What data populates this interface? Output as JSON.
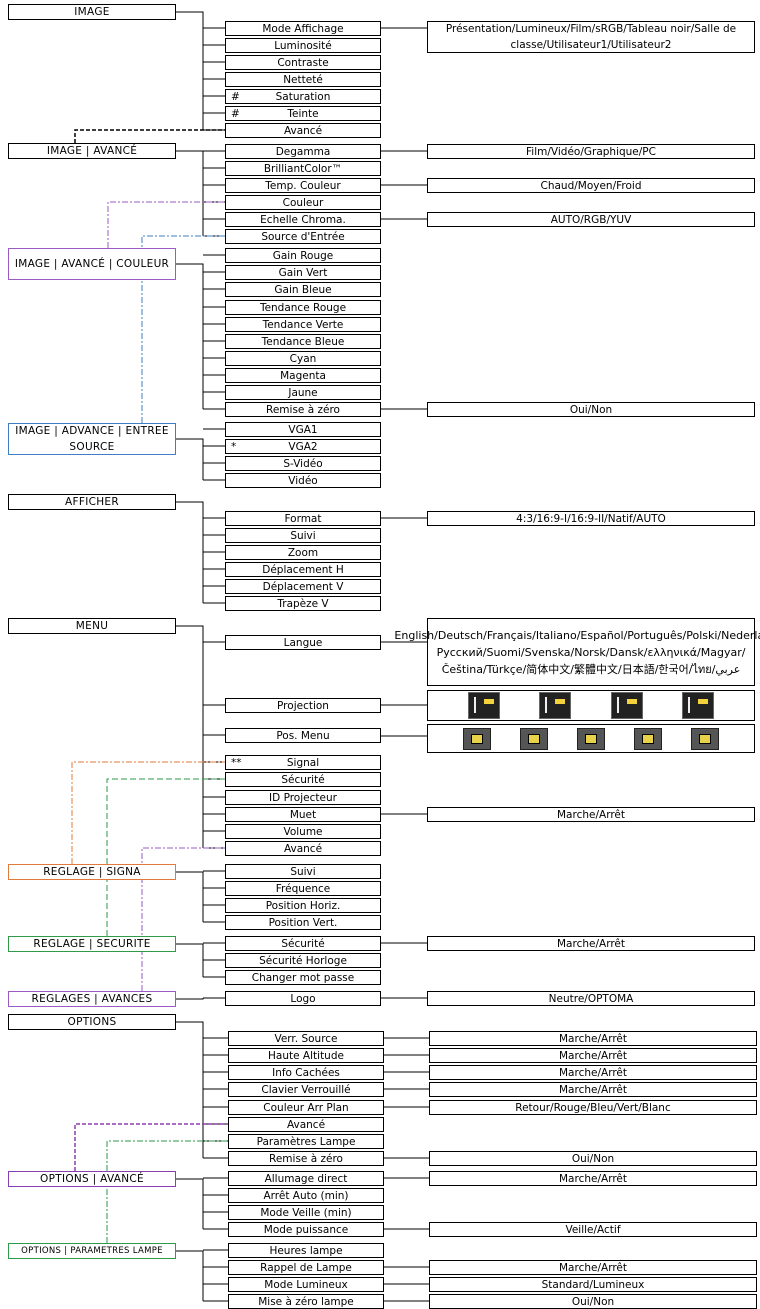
{
  "image": {
    "header": "IMAGE",
    "items": [
      {
        "label": "Mode Affichage"
      },
      {
        "label": "Luminosité"
      },
      {
        "label": "Contraste"
      },
      {
        "label": "Netteté"
      },
      {
        "label": "Saturation",
        "mark": "#"
      },
      {
        "label": "Teinte",
        "mark": "#"
      },
      {
        "label": "Avancé"
      }
    ],
    "options": {
      "mode_affichage": "Présentation/Lumineux/Film/sRGB/Tableau noir/Salle de classe/Utilisateur1/Utilisateur2"
    }
  },
  "image_avance": {
    "header": "IMAGE | AVANCÉ",
    "items": [
      {
        "label": "Degamma"
      },
      {
        "label": "BrilliantColor™"
      },
      {
        "label": "Temp. Couleur"
      },
      {
        "label": "Couleur"
      },
      {
        "label": "Echelle Chroma."
      },
      {
        "label": "Source d'Entrée"
      }
    ],
    "options": {
      "degamma": "Film/Vidéo/Graphique/PC",
      "temp": "Chaud/Moyen/Froid",
      "chroma": "AUTO/RGB/YUV"
    }
  },
  "image_couleur": {
    "header": "IMAGE | AVANCÉ | COULEUR",
    "items": [
      {
        "label": "Gain Rouge"
      },
      {
        "label": "Gain Vert"
      },
      {
        "label": "Gain Bleue"
      },
      {
        "label": "Tendance Rouge"
      },
      {
        "label": "Tendance Verte"
      },
      {
        "label": "Tendance Bleue"
      },
      {
        "label": "Cyan"
      },
      {
        "label": "Magenta"
      },
      {
        "label": "Jaune"
      },
      {
        "label": "Remise à zéro"
      }
    ],
    "options": {
      "remise": "Oui/Non"
    }
  },
  "image_source": {
    "header": "IMAGE | ADVANCE | ENTREE SOURCE",
    "items": [
      {
        "label": "VGA1"
      },
      {
        "label": "VGA2",
        "mark": "*"
      },
      {
        "label": "S-Vidéo"
      },
      {
        "label": "Vidéo"
      }
    ]
  },
  "afficher": {
    "header": "AFFICHER",
    "items": [
      {
        "label": "Format"
      },
      {
        "label": "Suivi"
      },
      {
        "label": "Zoom"
      },
      {
        "label": "Déplacement H"
      },
      {
        "label": "Déplacement V"
      },
      {
        "label": "Trapèze V"
      }
    ],
    "options": {
      "format": "4:3/16:9-I/16:9-II/Natif/AUTO"
    }
  },
  "menu": {
    "header": "MENU",
    "items": [
      {
        "label": "Langue"
      },
      {
        "label": "Projection"
      },
      {
        "label": "Pos. Menu"
      },
      {
        "label": "Signal",
        "mark": "**"
      },
      {
        "label": "Sécurité"
      },
      {
        "label": "ID Projecteur"
      },
      {
        "label": "Muet"
      },
      {
        "label": "Volume"
      },
      {
        "label": "Avancé"
      }
    ],
    "options": {
      "langue": "English/Deutsch/Français/Italiano/Español/Português/Polski/Nederlands/Русский/Suomi/Svenska/Norsk/Dansk/ελληνικά/Magyar/Čeština/Türkçe/简体中文/繁體中文/日本語/한국어/ไทย/عربي",
      "muet": "Marche/Arrêt"
    },
    "projection_icons": [
      "front-desktop-icon",
      "rear-desktop-icon",
      "front-ceiling-icon",
      "rear-ceiling-icon"
    ],
    "menu_position_icons": [
      "top-left-icon",
      "top-right-icon",
      "center-icon",
      "bottom-left-icon",
      "bottom-right-icon"
    ]
  },
  "reglage_signal": {
    "header": "REGLAGE | SIGNA",
    "items": [
      {
        "label": "Suivi"
      },
      {
        "label": "Fréquence"
      },
      {
        "label": "Position Horiz."
      },
      {
        "label": "Position Vert."
      }
    ]
  },
  "reglage_securite": {
    "header": "REGLAGE | SECURITE",
    "items": [
      {
        "label": "Sécurité"
      },
      {
        "label": "Sécurité Horloge"
      },
      {
        "label": "Changer mot passe"
      }
    ],
    "options": {
      "securite": "Marche/Arrêt"
    }
  },
  "reglages_avances": {
    "header": "REGLAGES | AVANCES",
    "items": [
      {
        "label": "Logo"
      }
    ],
    "options": {
      "logo": "Neutre/OPTOMA"
    }
  },
  "options": {
    "header": "OPTIONS",
    "items": [
      {
        "label": "Verr. Source"
      },
      {
        "label": "Haute Altitude"
      },
      {
        "label": "Info Cachées"
      },
      {
        "label": "Clavier Verrouillé"
      },
      {
        "label": "Couleur Arr Plan"
      },
      {
        "label": "Avancé"
      },
      {
        "label": "Paramètres Lampe"
      },
      {
        "label": "Remise à zéro"
      }
    ],
    "options": {
      "verr": "Marche/Arrêt",
      "alt": "Marche/Arrêt",
      "info": "Marche/Arrêt",
      "clavier": "Marche/Arrêt",
      "couleur": "Retour/Rouge/Bleu/Vert/Blanc",
      "remise": "Oui/Non"
    }
  },
  "options_avance": {
    "header": "OPTIONS  |  AVANCÉ",
    "items": [
      {
        "label": "Allumage direct"
      },
      {
        "label": "Arrêt Auto (min)"
      },
      {
        "label": "Mode Veille (min)"
      },
      {
        "label": "Mode puissance"
      }
    ],
    "options": {
      "allumage": "Marche/Arrêt",
      "puissance": "Veille/Actif"
    }
  },
  "options_lampe": {
    "header": "OPTIONS | PARAMETRES LAMPE",
    "items": [
      {
        "label": "Heures lampe"
      },
      {
        "label": "Rappel de Lampe"
      },
      {
        "label": "Mode Lumineux"
      },
      {
        "label": "Mise à zéro lampe"
      }
    ],
    "options": {
      "rappel": "Marche/Arrêt",
      "mode": "Standard/Lumineux",
      "reset": "Oui/Non"
    }
  },
  "colors": {
    "line": "#000000",
    "couleur": "#9a5bc4",
    "source": "#3f7ec2",
    "signal": "#e07a3a",
    "securite": "#2e9a4a",
    "avances": "#9a5bc4",
    "options_avance": "#8a3fb0",
    "options_lampe": "#2e9a4a"
  }
}
